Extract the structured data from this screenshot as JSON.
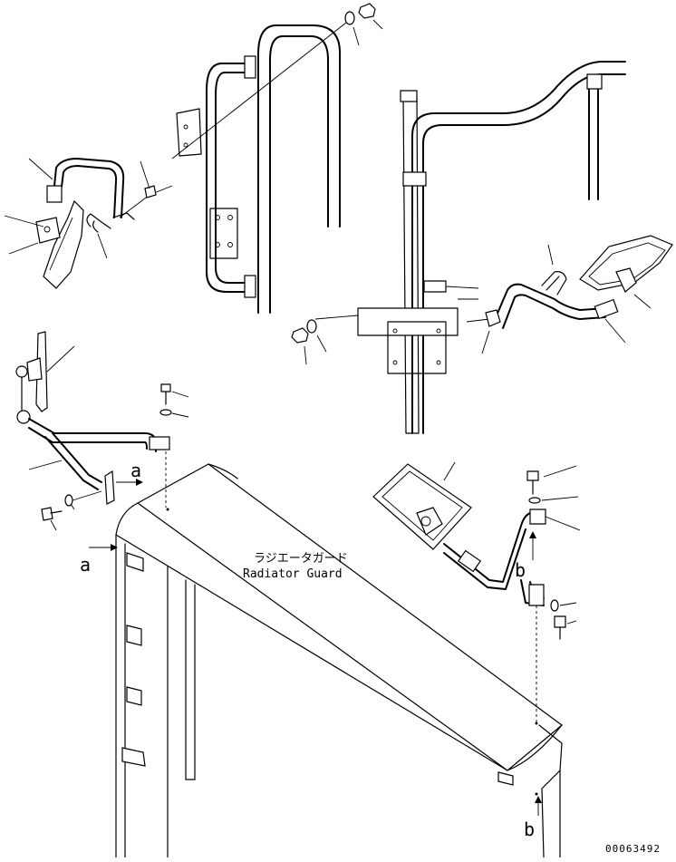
{
  "labels": {
    "guard_jp": "ラジエータガード",
    "guard_en": "Radiator Guard",
    "view_a_arrow": "a",
    "view_a_ref": "a",
    "view_b_arrow": "b",
    "view_b_ref": "b"
  },
  "drawing_number": "00063492"
}
